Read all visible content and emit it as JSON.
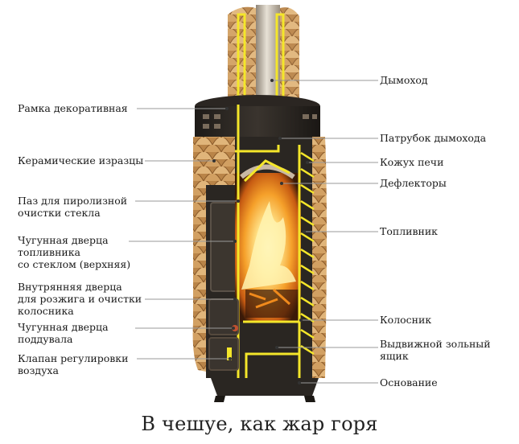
{
  "colors": {
    "accent_yellow": "#f4e62a",
    "stove_body": "#2a2622",
    "tile_light": "#d9a868",
    "tile_dark": "#9a6a35",
    "fire_bright": "#ffe38a",
    "fire_orange": "#f08a1c",
    "leader_line": "#9a9a9a"
  },
  "labels_left": [
    {
      "id": "frame",
      "lines": [
        "Рамка декоративная"
      ]
    },
    {
      "id": "tiles",
      "lines": [
        "Керамические изразцы"
      ]
    },
    {
      "id": "pyrolysis-groove",
      "lines": [
        "Паз для пиролизной",
        "очистки стекла"
      ]
    },
    {
      "id": "upper-door",
      "lines": [
        "Чугунная дверца",
        "топливника",
        "со стеклом (верхняя)"
      ]
    },
    {
      "id": "inner-door",
      "lines": [
        "Внутрянняя дверца",
        "для розжига и очистки",
        "колосника"
      ]
    },
    {
      "id": "ash-door",
      "lines": [
        "Чугунная дверца",
        "поддувала"
      ]
    },
    {
      "id": "air-valve",
      "lines": [
        "Клапан  регулировки",
        "воздуха"
      ]
    }
  ],
  "labels_right": [
    {
      "id": "chimney",
      "lines": [
        "Дымоход"
      ]
    },
    {
      "id": "chimney-pipe",
      "lines": [
        "Патрубок дымохода"
      ]
    },
    {
      "id": "casing",
      "lines": [
        "Кожух печи"
      ]
    },
    {
      "id": "deflectors",
      "lines": [
        "Дефлекторы"
      ]
    },
    {
      "id": "firebox",
      "lines": [
        "Топливник"
      ]
    },
    {
      "id": "grate",
      "lines": [
        "Колосник"
      ]
    },
    {
      "id": "ash-drawer",
      "lines": [
        "Выдвижной зольный",
        "ящик"
      ]
    },
    {
      "id": "base",
      "lines": [
        "Основание"
      ]
    }
  ],
  "caption": "В чешуе, как жар горя"
}
